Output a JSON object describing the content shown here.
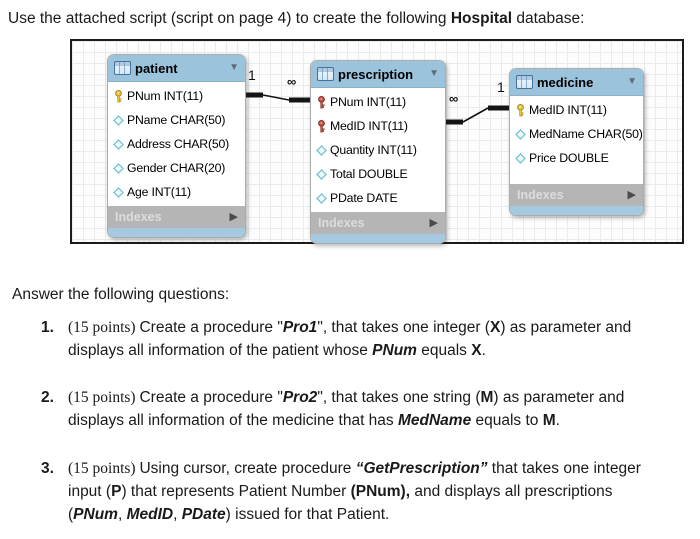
{
  "intro_segments": [
    {
      "t": "Use the attached script (script on page 4) to create the following "
    },
    {
      "t": "Hospital",
      "b": true
    },
    {
      "t": " database:"
    }
  ],
  "diagram": {
    "tables": [
      {
        "name": "patient",
        "header_caret": "▼",
        "columns": [
          {
            "icon": "key",
            "label": "PNum INT(11)"
          },
          {
            "icon": "diamond",
            "label": "PName CHAR(50)"
          },
          {
            "icon": "diamond",
            "label": "Address CHAR(50)"
          },
          {
            "icon": "diamond",
            "label": "Gender CHAR(20)"
          },
          {
            "icon": "diamond",
            "label": "Age INT(11)"
          }
        ],
        "footer": {
          "label": "Indexes",
          "caret": "▶"
        }
      },
      {
        "name": "prescription",
        "header_caret": "▼",
        "columns": [
          {
            "icon": "key-red",
            "label": "PNum INT(11)"
          },
          {
            "icon": "key-red",
            "label": "MedID INT(11)"
          },
          {
            "icon": "diamond",
            "label": "Quantity INT(11)"
          },
          {
            "icon": "diamond",
            "label": "Total DOUBLE"
          },
          {
            "icon": "diamond",
            "label": "PDate DATE"
          }
        ],
        "footer": {
          "label": "Indexes",
          "caret": "▶"
        }
      },
      {
        "name": "medicine",
        "header_caret": "▼",
        "columns": [
          {
            "icon": "key",
            "label": "MedID INT(11)"
          },
          {
            "icon": "diamond",
            "label": "MedName CHAR(50)"
          },
          {
            "icon": "diamond",
            "label": "Price DOUBLE"
          }
        ],
        "footer": {
          "label": "Indexes",
          "caret": "▶"
        }
      }
    ],
    "relations": [
      {
        "from": "patient",
        "to": "prescription",
        "from_card": "1",
        "to_card": "∞"
      },
      {
        "from": "prescription",
        "to": "medicine",
        "from_card": "∞",
        "to_card": "1"
      }
    ],
    "colors": {
      "header_blue": "#9cc3dc",
      "strip_blue": "#a5c9e0",
      "footer_gray": "#b5b5b5",
      "key_primary": "#ecc83f",
      "key_foreign": "#c9544a",
      "attribute_diamond": "#7ac6d3"
    }
  },
  "questions_intro": "Answer the following questions:",
  "questions": [
    {
      "number": "1.",
      "lines": [
        [
          {
            "t": "(15 points) ",
            "serif": true
          },
          {
            "t": "Create a procedure \""
          },
          {
            "t": "Pro1",
            "b": true,
            "i": true
          },
          {
            "t": "\", that takes one integer ("
          },
          {
            "t": "X",
            "b": true
          },
          {
            "t": ") as parameter and"
          }
        ],
        [
          {
            "t": "displays all information of the patient whose "
          },
          {
            "t": "PNum",
            "b": true,
            "i": true
          },
          {
            "t": " equals "
          },
          {
            "t": "X",
            "b": true
          },
          {
            "t": "."
          }
        ]
      ]
    },
    {
      "number": "2.",
      "lines": [
        [
          {
            "t": "(15 points) ",
            "serif": true
          },
          {
            "t": "Create a procedure \""
          },
          {
            "t": "Pro2",
            "b": true,
            "i": true
          },
          {
            "t": "\", that takes one string ("
          },
          {
            "t": "M",
            "b": true
          },
          {
            "t": ") as parameter and"
          }
        ],
        [
          {
            "t": "displays all information of the medicine that has "
          },
          {
            "t": "MedName",
            "b": true,
            "i": true
          },
          {
            "t": " equals to "
          },
          {
            "t": "M",
            "b": true
          },
          {
            "t": "."
          }
        ]
      ]
    },
    {
      "number": "3.",
      "lines": [
        [
          {
            "t": "(15 points) ",
            "serif": true
          },
          {
            "t": "Using cursor, create procedure "
          },
          {
            "t": "“GetPrescription”",
            "b": true,
            "i": true
          },
          {
            "t": " that takes one integer"
          }
        ],
        [
          {
            "t": "input ("
          },
          {
            "t": "P",
            "b": true
          },
          {
            "t": ") that represents Patient Number "
          },
          {
            "t": "(PNum),",
            "b": true
          },
          {
            "t": " and displays all prescriptions"
          }
        ],
        [
          {
            "t": "("
          },
          {
            "t": "PNum",
            "b": true,
            "i": true
          },
          {
            "t": ", "
          },
          {
            "t": "MedID",
            "b": true,
            "i": true
          },
          {
            "t": ", "
          },
          {
            "t": "PDate",
            "b": true,
            "i": true
          },
          {
            "t": ") issued for that Patient."
          }
        ]
      ]
    }
  ]
}
